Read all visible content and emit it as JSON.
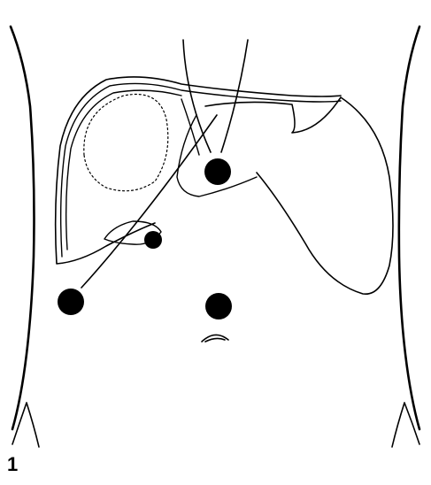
{
  "figure": {
    "label": "1",
    "ports": [
      {
        "id": "subxiphoid"
      },
      {
        "id": "right-subcostal-small"
      },
      {
        "id": "right-lateral"
      },
      {
        "id": "umbilical"
      }
    ]
  }
}
